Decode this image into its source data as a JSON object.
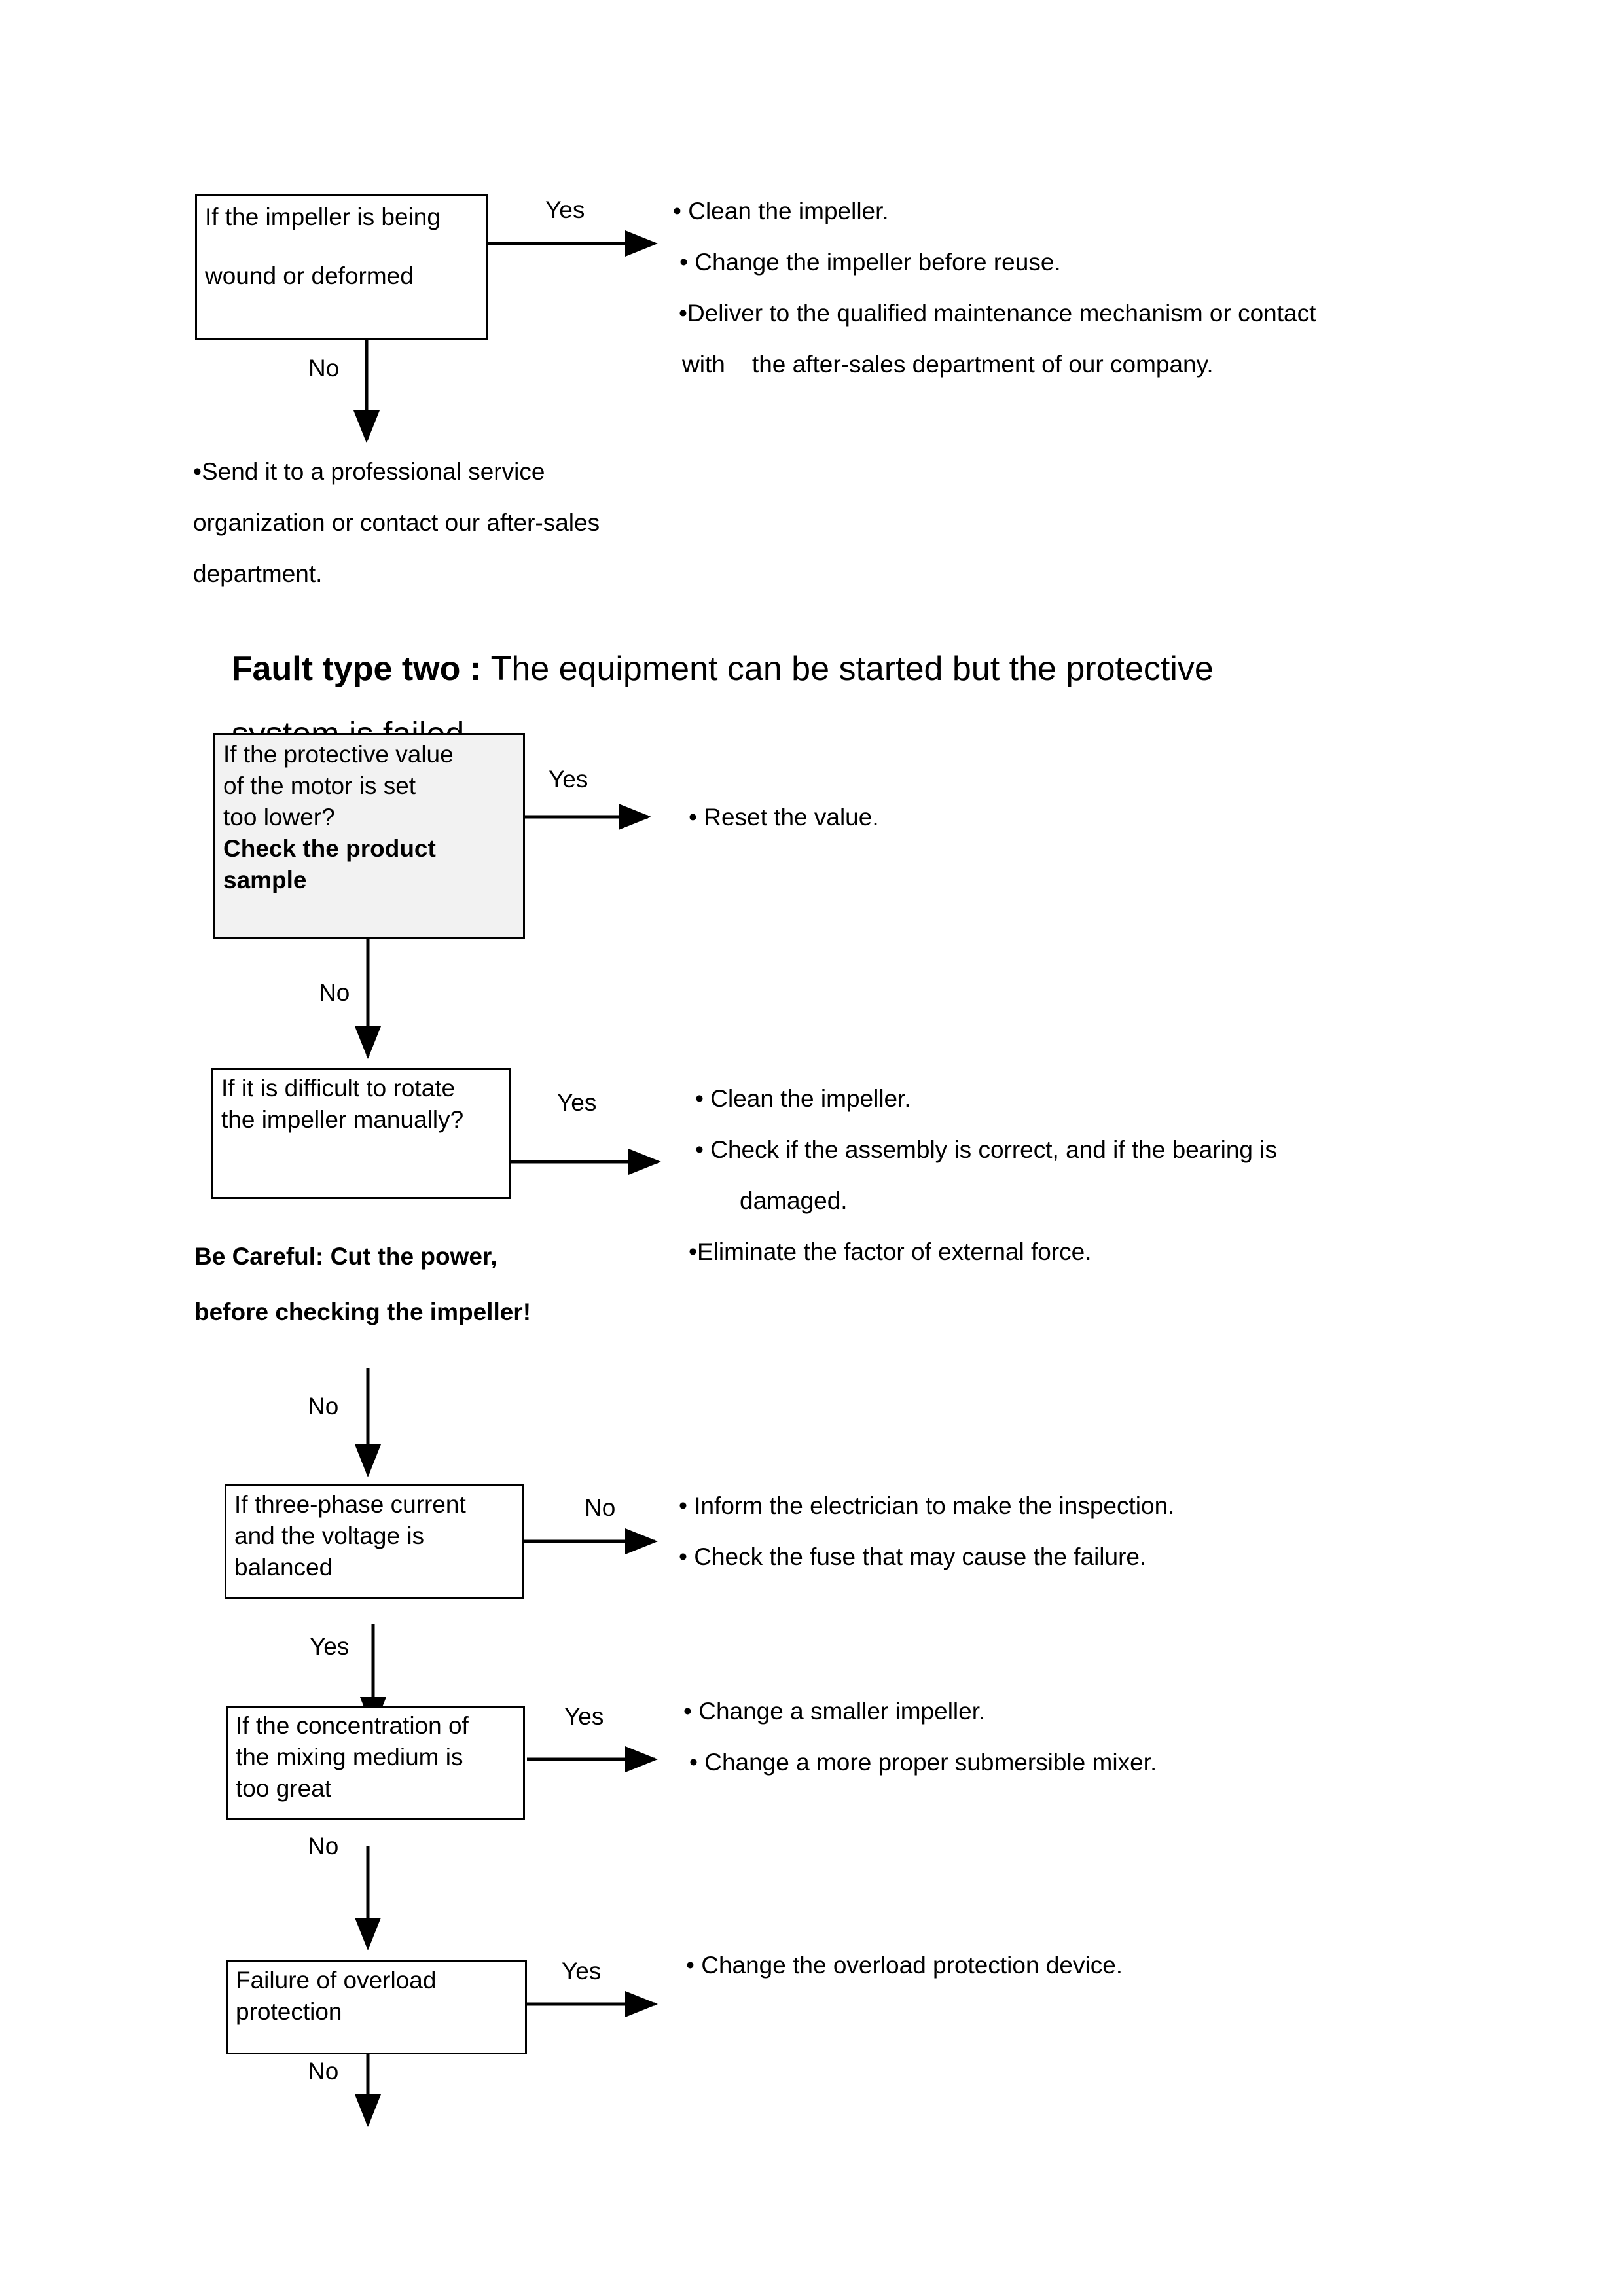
{
  "document": {
    "page_background": "#ffffff",
    "text_color": "#000000",
    "shaded_box_fill": "#f2f2f2"
  },
  "section_one": {
    "decision_box": {
      "line1": "If the impeller is being",
      "line2": "wound or deformed"
    },
    "yes_label": "Yes",
    "no_label": "No",
    "yes_answers": {
      "bullet1": "• Clean the impeller.",
      "bullet2": "• Change the impeller before reuse.",
      "bullet3": "•Deliver to the qualified maintenance mechanism or contact",
      "bullet3_cont": "with    the after-sales department of our company."
    },
    "no_answer": {
      "line1": "•Send it to a professional service",
      "line2": "organization or contact our after-sales",
      "line3": "department."
    }
  },
  "heading": {
    "bold_part": "Fault type two : ",
    "normal_part_line1": "The equipment can be started but the protective",
    "normal_part_line2": "system is failed"
  },
  "section_two": {
    "step1": {
      "box": {
        "line1": "If the protective value",
        "line2": "of the motor is set",
        "line3": "too lower?",
        "bold_line1": "Check the product",
        "bold_line2": "sample"
      },
      "shaded": true,
      "yes_label": "Yes",
      "no_label": "No",
      "yes_answers": [
        "• Reset the value."
      ]
    },
    "step2": {
      "box": {
        "line1": "If it is difficult to rotate",
        "line2": "the impeller manually?"
      },
      "yes_label": "Yes",
      "no_label": "No",
      "yes_answers": {
        "bullet1": "• Clean the impeller.",
        "bullet2": "• Check if the assembly is correct, and if the bearing is",
        "bullet2_cont": "damaged.",
        "bullet3": "•Eliminate the factor of external force."
      },
      "caution": {
        "line1": "Be Careful: Cut the power,",
        "line2": "before checking the impeller!"
      }
    },
    "step3": {
      "box": {
        "line1": "If three-phase current",
        "line2": "and the voltage is",
        "line3": "balanced"
      },
      "no_label_right": "No",
      "yes_label_down": "Yes",
      "no_answers": [
        "• Inform the electrician to make the inspection.",
        "• Check the fuse that may cause the failure."
      ]
    },
    "step4": {
      "box": {
        "line1": "If the concentration of",
        "line2": "the mixing medium is",
        "line3": "too great"
      },
      "yes_label": "Yes",
      "no_label": "No",
      "yes_answers": [
        "• Change a smaller impeller.",
        "• Change a more proper submersible mixer."
      ]
    },
    "step5": {
      "box": {
        "line1": "Failure   of   overload",
        "line2": "protection"
      },
      "yes_label": "Yes",
      "no_label": "No",
      "yes_answers": [
        "• Change the overload protection device."
      ]
    }
  }
}
